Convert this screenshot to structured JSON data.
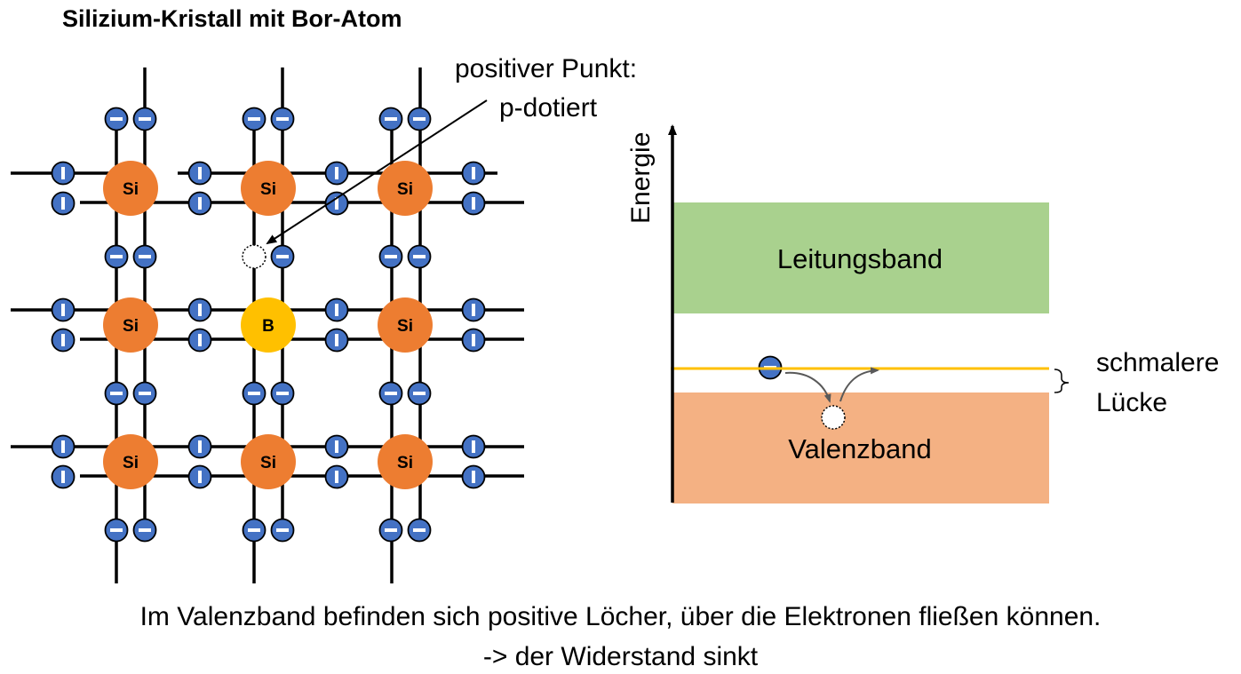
{
  "title": "Silizium-Kristall mit Bor-Atom",
  "atoms": {
    "si_label": "Si",
    "b_label": "B"
  },
  "annotation": {
    "line1": "positiver Punkt:",
    "line2": "p-dotiert"
  },
  "energy_axis_label": "Energie",
  "bands": {
    "conduction": "Leitungsband",
    "valence": "Valenzband"
  },
  "gap_label": {
    "line1": "schmalere",
    "line2": "Lücke"
  },
  "caption": {
    "line1": "Im Valenzband befinden sich positive Löcher, über die Elektronen fließen können.",
    "line2": "-> der Widerstand sinkt"
  },
  "colors": {
    "si": "#ED7D31",
    "boron": "#FFC000",
    "electron": "#4472C4",
    "conduction_band": "#A9D18E",
    "valence_band": "#F4B183",
    "acceptor_level": "#FFC000"
  }
}
